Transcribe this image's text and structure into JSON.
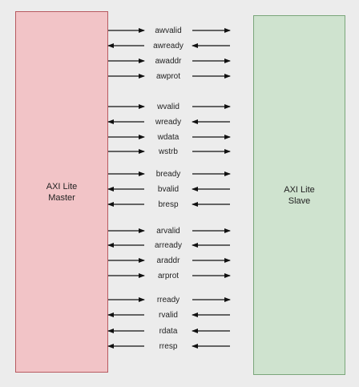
{
  "blocks": {
    "master": {
      "label": "AXI Lite\nMaster",
      "color": "#f2c4c7"
    },
    "slave": {
      "label": "AXI Lite\nSlave",
      "color": "#cfe3cf"
    }
  },
  "arrow_color": "#111111",
  "signals": [
    {
      "name": "awvalid",
      "direction": "to-slave"
    },
    {
      "name": "awready",
      "direction": "to-master"
    },
    {
      "name": "awaddr",
      "direction": "to-slave"
    },
    {
      "name": "awprot",
      "direction": "to-slave"
    },
    {
      "name": "wvalid",
      "direction": "to-slave"
    },
    {
      "name": "wready",
      "direction": "to-master"
    },
    {
      "name": "wdata",
      "direction": "to-slave"
    },
    {
      "name": "wstrb",
      "direction": "to-slave"
    },
    {
      "name": "bready",
      "direction": "to-slave"
    },
    {
      "name": "bvalid",
      "direction": "to-master"
    },
    {
      "name": "bresp",
      "direction": "to-master"
    },
    {
      "name": "arvalid",
      "direction": "to-slave"
    },
    {
      "name": "arready",
      "direction": "to-master"
    },
    {
      "name": "araddr",
      "direction": "to-slave"
    },
    {
      "name": "arprot",
      "direction": "to-slave"
    },
    {
      "name": "rready",
      "direction": "to-slave"
    },
    {
      "name": "rvalid",
      "direction": "to-master"
    },
    {
      "name": "rdata",
      "direction": "to-master"
    },
    {
      "name": "rresp",
      "direction": "to-master"
    }
  ]
}
